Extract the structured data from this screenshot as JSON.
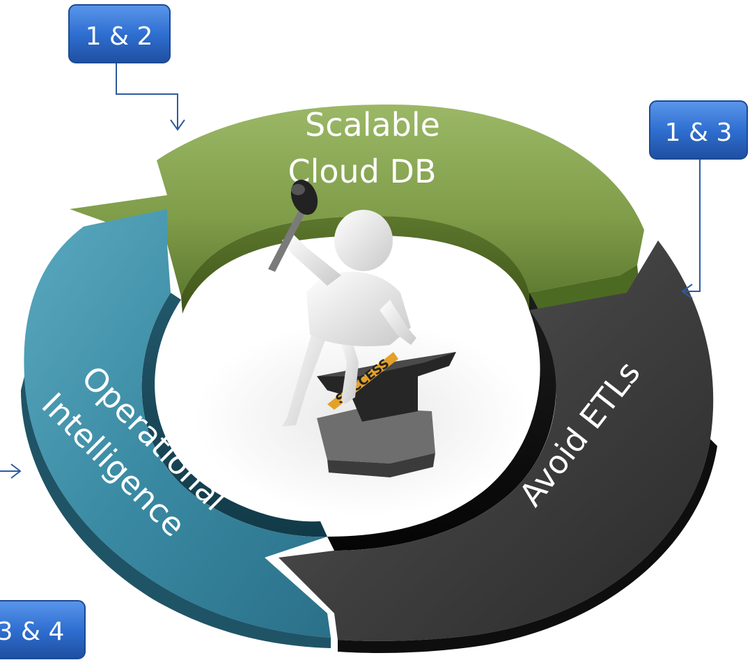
{
  "segments": {
    "top": {
      "line1": "Scalable",
      "line2": "Cloud DB"
    },
    "left": {
      "line1": "Operational",
      "line2": "Intelligence"
    },
    "right": {
      "label": "Avoid ETLs"
    }
  },
  "badges": {
    "top_left": "1 & 2",
    "top_right": "1 & 3",
    "bottom_left": "3 & 4"
  },
  "center": {
    "anvil_text": "SUCCESS"
  },
  "colors": {
    "green": "#8aa653",
    "teal": "#3b8fa6",
    "dark": "#3e3e3e",
    "badge": "#2f6fd1"
  }
}
